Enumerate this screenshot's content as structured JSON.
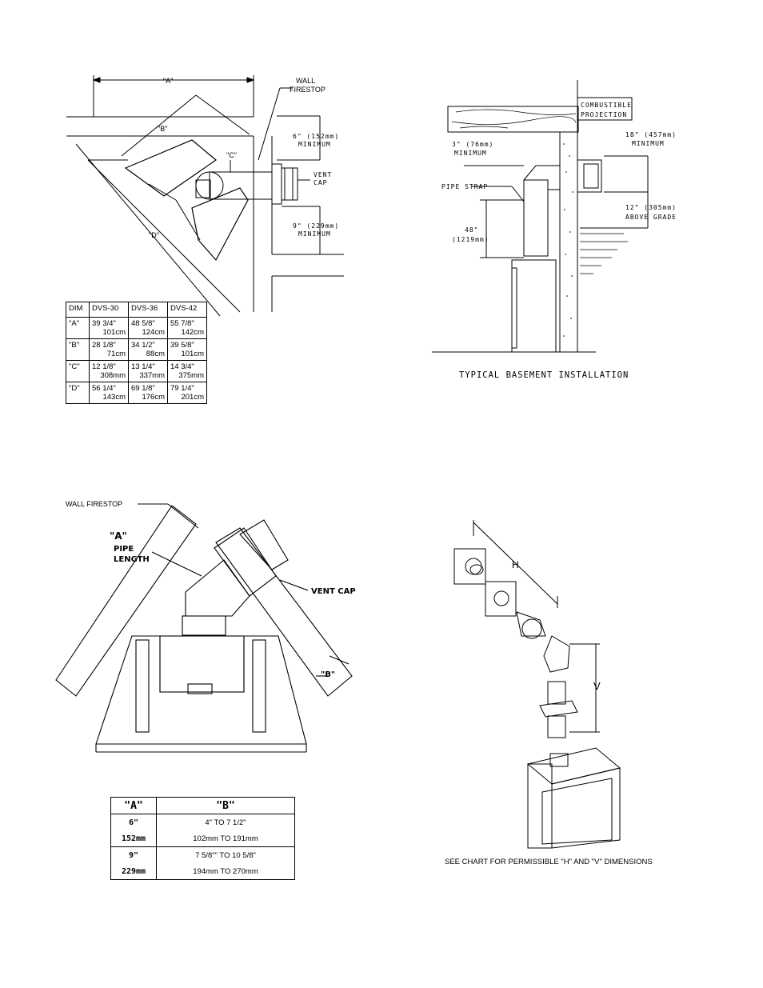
{
  "fig1": {
    "dim_a": "\"A\"",
    "dim_b": "\"B\"",
    "dim_c": "\"C\"",
    "dim_d": "\"D\"",
    "wall_firestop_1": "WALL",
    "wall_firestop_2": "FIRESTOP",
    "vent_cap_1": "VENT",
    "vent_cap_2": "CAP",
    "min6_1": "6\" (152mm)",
    "min6_2": "MINIMUM",
    "min9_1": "9\" (229mm)",
    "min9_2": "MINIMUM",
    "table": {
      "headers": [
        "DIM",
        "DVS-30",
        "DVS-36",
        "DVS-42"
      ],
      "rows": [
        {
          "dim": "\"A\"",
          "cells": [
            [
              "39 3/4\"",
              "101cm"
            ],
            [
              "48 5/8\"",
              "124cm"
            ],
            [
              "55 7/8\"",
              "142cm"
            ]
          ]
        },
        {
          "dim": "\"B\"",
          "cells": [
            [
              "28 1/8\"",
              "71cm"
            ],
            [
              "34 1/2\"",
              "88cm"
            ],
            [
              "39 5/8\"",
              "101cm"
            ]
          ]
        },
        {
          "dim": "\"C\"",
          "cells": [
            [
              "12 1/8\"",
              "308mm"
            ],
            [
              "13 1/4\"",
              "337mm"
            ],
            [
              "14 3/4\"",
              "375mm"
            ]
          ]
        },
        {
          "dim": "\"D\"",
          "cells": [
            [
              "56 1/4\"",
              "143cm"
            ],
            [
              "69 1/8\"",
              "176cm"
            ],
            [
              "79 1/4\"",
              "201cm"
            ]
          ]
        }
      ]
    }
  },
  "fig2": {
    "combustible_1": "COMBUSTIBLE",
    "combustible_2": "PROJECTION",
    "min3_1": "3\" (76mm)",
    "min3_2": "MINIMUM",
    "min18_1": "18\" (457mm)",
    "min18_2": "MINIMUM",
    "pipe_strap": "PIPE STRAP",
    "d48_1": "48\"",
    "d48_2": "(1219mm)",
    "grade_1": "12\" (305mm)",
    "grade_2": "ABOVE GRADE",
    "caption": "TYPICAL BASEMENT INSTALLATION"
  },
  "fig3": {
    "wall_firestop": "WALL FIRESTOP",
    "a_label": "\"A\"",
    "pipe": "PIPE",
    "length": "LENGTH",
    "vent_cap": "VENT CAP",
    "b_label": "\"B\"",
    "table": {
      "headers": [
        "\"A\"",
        "\"B\""
      ],
      "rows": [
        {
          "a": "6\"",
          "b": "4\" TO 7 1/2\""
        },
        {
          "a": "152mm",
          "b": "102mm TO 191mm"
        },
        {
          "a": "9\"",
          "b": "7 5/8\"\" TO 10 5/8\""
        },
        {
          "a": "229mm",
          "b": "194mm TO 270mm"
        }
      ]
    }
  },
  "fig4": {
    "h_label": "H",
    "v_label": "V",
    "caption": "SEE CHART FOR PERMISSIBLE \"H\" AND \"V\" DIMENSIONS"
  }
}
